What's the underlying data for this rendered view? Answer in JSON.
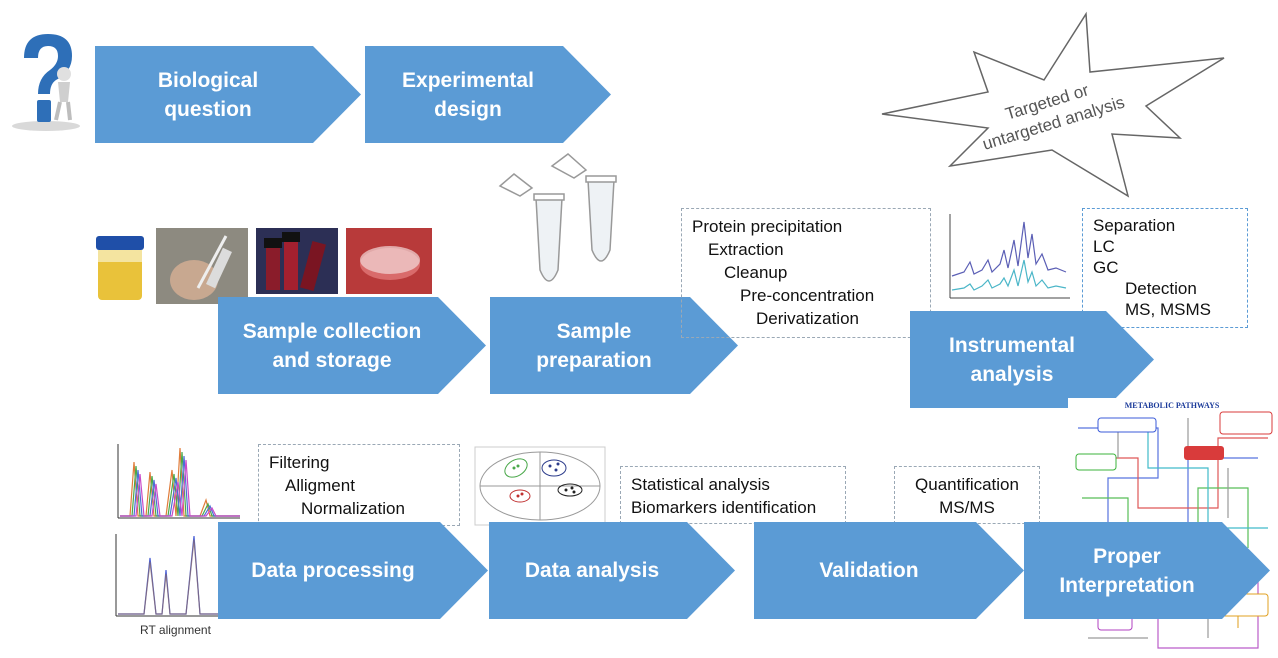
{
  "workflow": {
    "biological_question": "Biological\nquestion",
    "experimental_design": "Experimental\ndesign",
    "sample_collection": "Sample collection\nand storage",
    "sample_preparation": "Sample\npreparation",
    "instrumental_analysis": "Instrumental\nanalysis",
    "data_processing": "Data processing",
    "data_analysis": "Data analysis",
    "validation": "Validation",
    "proper_interpretation": "Proper\nInterpretation"
  },
  "callout": {
    "text": "Targeted or\nuntargeted analysis"
  },
  "prep_steps": [
    "Protein precipitation",
    "Extraction",
    "Cleanup",
    "Pre-concentration",
    "Derivatization"
  ],
  "instrument_steps": [
    "Separation",
    "LC",
    "GC",
    "Detection",
    "MS, MSMS"
  ],
  "processing_steps": [
    "Filtering",
    "Alligment",
    "Normalization"
  ],
  "analysis_steps": [
    "Statistical analysis",
    "Biomarkers identification"
  ],
  "validation_steps": [
    "Quantification",
    "MS/MS"
  ],
  "rt_alignment_caption": "RT alignment",
  "pathways_title": "METABOLIC PATHWAYS",
  "colors": {
    "arrow": "#5b9bd5",
    "text_on_arrow": "#ffffff"
  }
}
